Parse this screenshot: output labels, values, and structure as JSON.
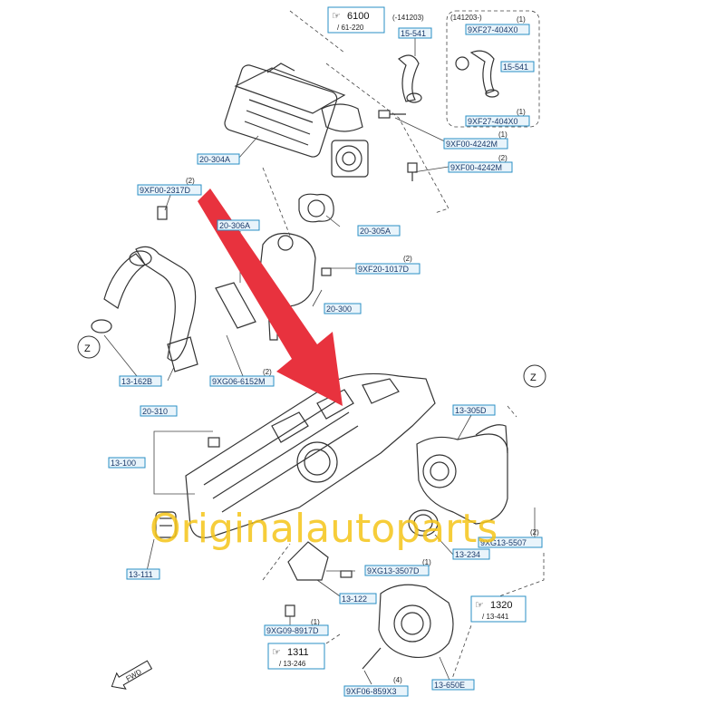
{
  "watermark": "Originalautoparts",
  "arrow_color": "#e8323e",
  "label_color": "#2a8fc4",
  "watermark_color": "#f5c518",
  "refs": {
    "r6100": {
      "num": "6100",
      "sub": "/ 61-220"
    },
    "r1320": {
      "num": "1320",
      "sub": "/ 13-441"
    },
    "r1311": {
      "num": "1311",
      "sub": "/ 13-246"
    }
  },
  "notes": {
    "date1": "(-141203)",
    "date2": "(141203-)",
    "q1": "(1)",
    "q2": "(1)",
    "q3": "(1)",
    "q4": "(2)",
    "q5": "(2)",
    "q6": "(2)",
    "q7": "(2)",
    "q8": "(1)",
    "q9": "(1)",
    "q10": "(4)",
    "q11": "(2)"
  },
  "labels": {
    "l15541a": "15-541",
    "l9xf27a": "9XF27-404X0",
    "l15541b": "15-541",
    "l9xf27b": "9XF27-404X0",
    "l9xf00a": "9XF00-4242M",
    "l9xf00b": "9XF00-4242M",
    "l20304a": "20-304A",
    "l9xf00c": "9XF00-2317D",
    "l20306a": "20-306A",
    "l20305a": "20-305A",
    "l9xf20": "9XF20-1017D",
    "l20300": "20-300",
    "l13162b": "13-162B",
    "l20310": "20-310",
    "l9xg06": "9XG06-6152M",
    "l13100": "13-100",
    "l13305d": "13-305D",
    "l13111": "13-111",
    "l13234": "13-234",
    "l9xg13a": "9XG13-5507",
    "l9xg13b": "9XG13-3507D",
    "l13122": "13-122",
    "l9xg09": "9XG09-8917D",
    "l13650e": "13-650E",
    "l9xf06": "9XF06-859X3"
  },
  "z1": "Z",
  "z2": "Z",
  "fwd": "FWD"
}
